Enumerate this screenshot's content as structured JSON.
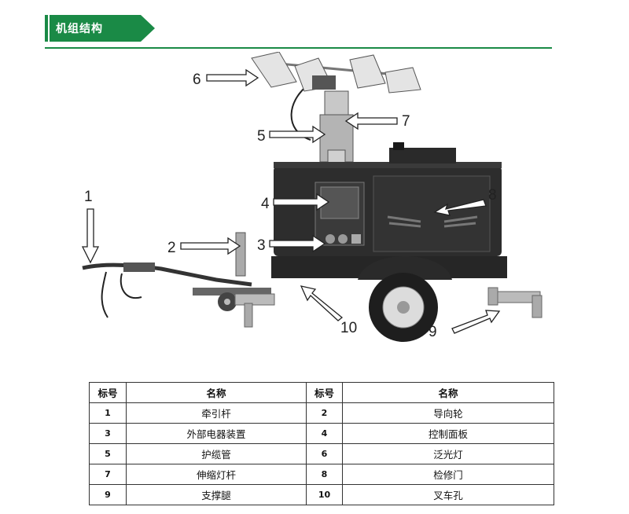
{
  "header": {
    "title": "机组结构",
    "accent_color": "#1a8a46"
  },
  "figure": {
    "callouts": [
      "1",
      "2",
      "3",
      "4",
      "5",
      "6",
      "7",
      "8",
      "9",
      "10"
    ]
  },
  "table": {
    "headers": [
      "标号",
      "名称",
      "标号",
      "名称"
    ],
    "rows": [
      [
        "1",
        "牵引杆",
        "2",
        "导向轮"
      ],
      [
        "3",
        "外部电器装置",
        "4",
        "控制面板"
      ],
      [
        "5",
        "护缆管",
        "6",
        "泛光灯"
      ],
      [
        "7",
        "伸缩灯杆",
        "8",
        "检修门"
      ],
      [
        "9",
        "支撑腿",
        "10",
        "叉车孔"
      ]
    ]
  }
}
